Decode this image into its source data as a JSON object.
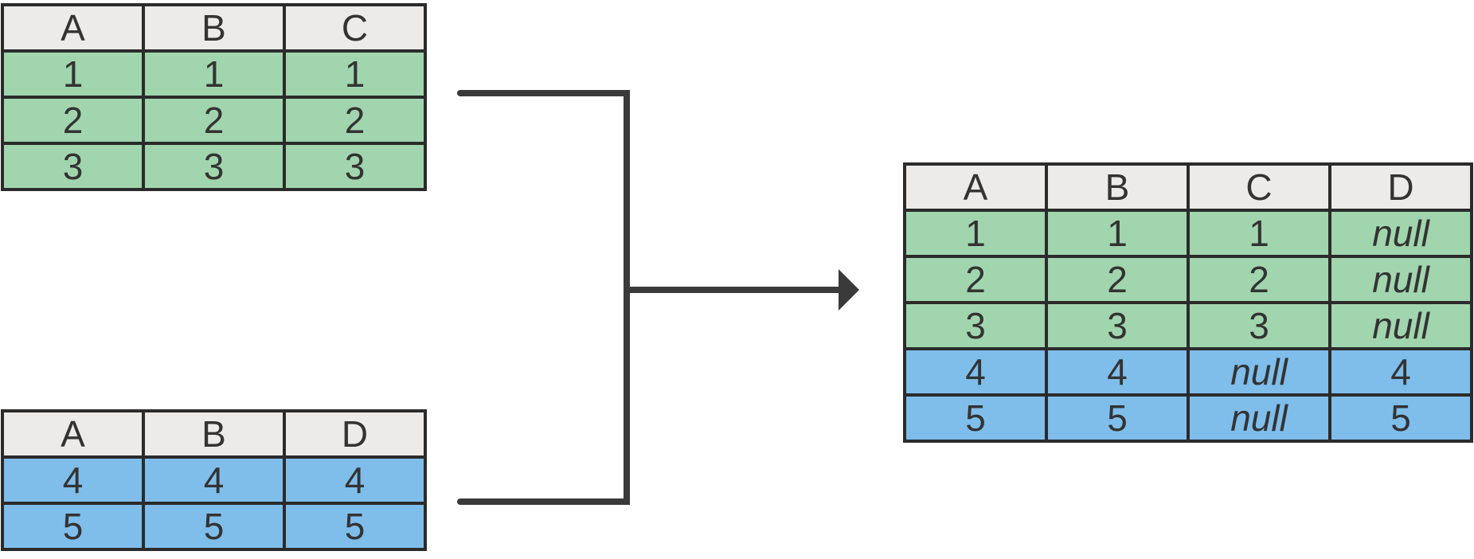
{
  "colors": {
    "background": "#ffffff",
    "header_fill": "#ecebe9",
    "green_fill": "#a1d5ae",
    "blue_fill": "#7fbdeb",
    "border": "#2b2b2b",
    "connector": "#3a3a3a",
    "text": "#333333"
  },
  "tables": [
    {
      "name": "source-table-abc",
      "headers": [
        "A",
        "B",
        "C"
      ],
      "rows": [
        {
          "fill": "green",
          "cells": [
            "1",
            "1",
            "1"
          ]
        },
        {
          "fill": "green",
          "cells": [
            "2",
            "2",
            "2"
          ]
        },
        {
          "fill": "green",
          "cells": [
            "3",
            "3",
            "3"
          ]
        }
      ]
    },
    {
      "name": "source-table-abd",
      "headers": [
        "A",
        "B",
        "D"
      ],
      "rows": [
        {
          "fill": "blue",
          "cells": [
            "4",
            "4",
            "4"
          ]
        },
        {
          "fill": "blue",
          "cells": [
            "5",
            "5",
            "5"
          ]
        }
      ]
    },
    {
      "name": "result-table-abcd",
      "headers": [
        "A",
        "B",
        "C",
        "D"
      ],
      "rows": [
        {
          "fill": "green",
          "cells": [
            "1",
            "1",
            "1",
            "null"
          ]
        },
        {
          "fill": "green",
          "cells": [
            "2",
            "2",
            "2",
            "null"
          ]
        },
        {
          "fill": "green",
          "cells": [
            "3",
            "3",
            "3",
            "null"
          ]
        },
        {
          "fill": "blue",
          "cells": [
            "4",
            "4",
            "null",
            "4"
          ]
        },
        {
          "fill": "blue",
          "cells": [
            "5",
            "5",
            "null",
            "5"
          ]
        }
      ]
    }
  ]
}
